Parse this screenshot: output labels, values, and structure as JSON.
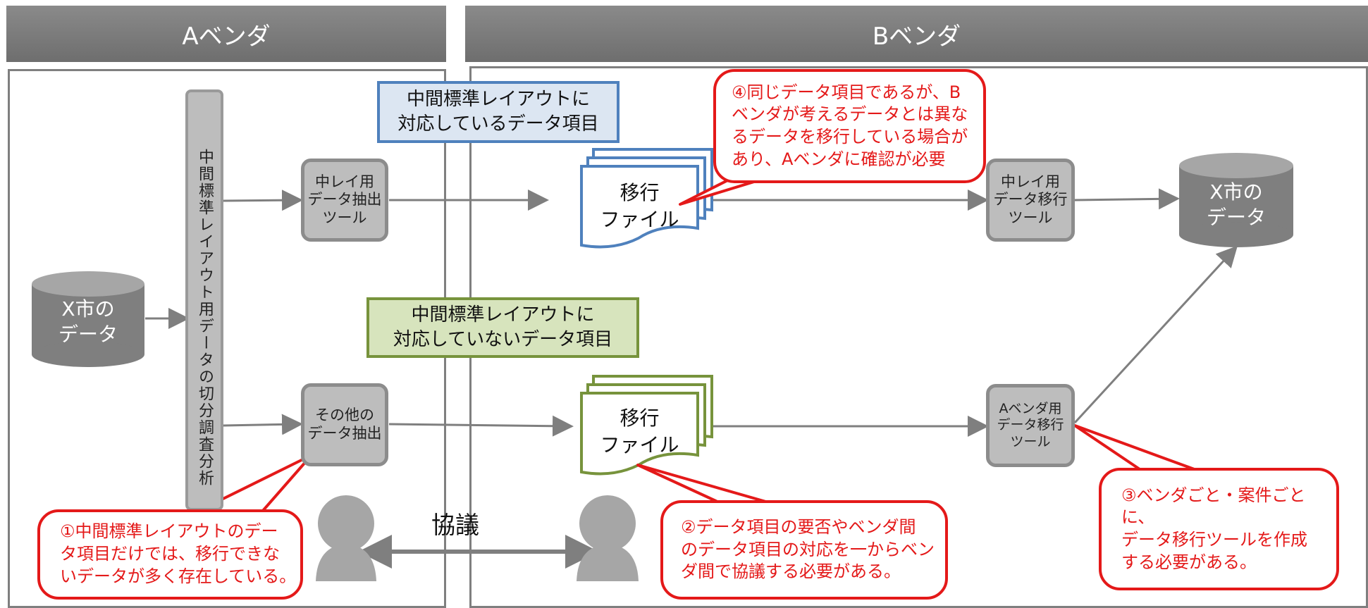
{
  "headers": {
    "vendor_a": "Aベンダ",
    "vendor_b": "Bベンダ"
  },
  "vertical_bar": {
    "label": "中間標準レイアウト用データの切分調査分析"
  },
  "databases": {
    "source": {
      "line1": "X市の",
      "line2": "データ"
    },
    "target": {
      "line1": "X市の",
      "line2": "データ"
    }
  },
  "tools": {
    "nakarei_extract": {
      "lines": [
        "中レイ用",
        "データ抽出",
        "ツール"
      ]
    },
    "other_extract": {
      "lines": [
        "その他の",
        "データ抽出"
      ]
    },
    "nakarei_migrate": {
      "lines": [
        "中レイ用",
        "データ移行",
        "ツール"
      ]
    },
    "avendor_migrate": {
      "lines": [
        "Aベンダ用",
        "データ移行",
        "ツール"
      ]
    }
  },
  "label_boxes": {
    "supported": {
      "line1": "中間標準レイアウトに",
      "line2": "対応しているデータ項目",
      "border": "#4f81bd",
      "fill": "#dce6f2"
    },
    "unsupported": {
      "line1": "中間標準レイアウトに",
      "line2": "対応していないデータ項目",
      "border": "#77933c",
      "fill": "#d7e4bd"
    }
  },
  "files": {
    "blue": {
      "line1": "移行",
      "line2": "ファイル",
      "color": "#4f81bd"
    },
    "green": {
      "line1": "移行",
      "line2": "ファイル",
      "color": "#77933c"
    }
  },
  "consult_label": "協議",
  "callouts": {
    "c1": [
      "①中間標準レイアウトのデー",
      "タ項目だけでは、移行できな",
      "いデータが多く存在している。"
    ],
    "c2": [
      "②データ項目の要否やベンダ間",
      "のデータ項目の対応を一からベン",
      "ダ間で協議する必要がある。"
    ],
    "c3": [
      "③ベンダごと・案件ごとに、",
      "データ移行ツールを作成",
      "する必要がある。"
    ],
    "c4": [
      "④同じデータ項目であるが、B",
      "ベンダが考えるデータとは異な",
      "るデータを移行している場合が",
      "あり、Aベンダに確認が必要"
    ]
  },
  "colors": {
    "header": "#7f7f7f",
    "callout": "#e41919",
    "tool_fill": "#bdbdbd",
    "db_fill": "#7f7f7f",
    "person": "#a6a6a6"
  }
}
